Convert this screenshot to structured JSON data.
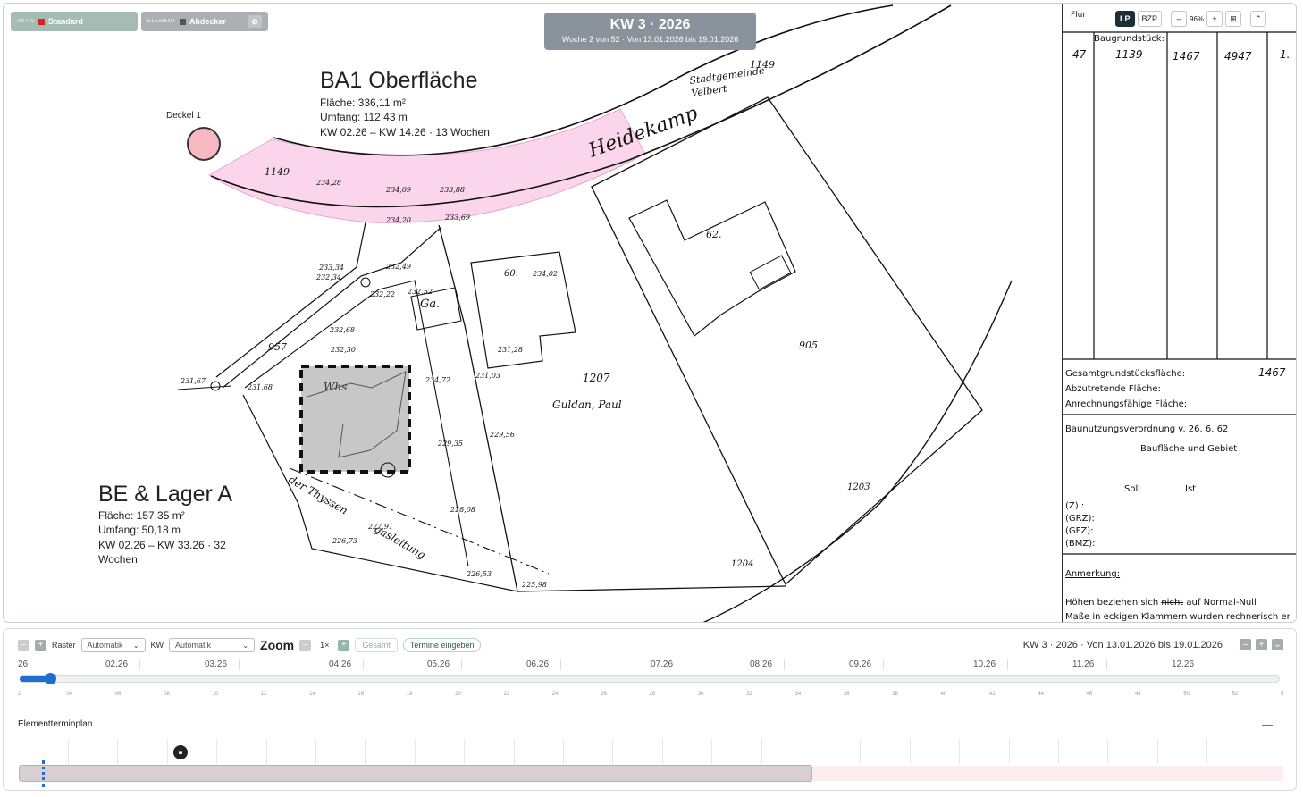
{
  "map": {
    "active_chip": {
      "tag": "AKTIV",
      "label": "Standard",
      "color": "#e02020"
    },
    "element_chip": {
      "tag": "ELEMENT",
      "label": "Abdecker",
      "color": "#555555",
      "icon": "eye-off-icon"
    },
    "week_badge": {
      "title": "KW 3 · 2026",
      "subtitle": "Woche 2 von 52 · Von 13.01.2026 bis 19.01.2026"
    },
    "areas": [
      {
        "title": "BA1 Oberfläche",
        "flaeche": "Fläche: 336,11 m²",
        "umfang": "Umfang: 112,43 m",
        "zeitraum": "KW 02.26 – KW 14.26 · 13 Wochen"
      },
      {
        "title": "BE & Lager A",
        "flaeche": "Fläche: 157,35 m²",
        "umfang": "Umfang: 50,18 m",
        "zeitraum": "KW 02.26 – KW 33.26 · 32",
        "zeitraum2": "Wochen"
      }
    ],
    "deckel_label": "Deckel 1",
    "plan_texts": {
      "heidekamp": "Heidekamp",
      "stadtgemeinde": "Stadtgemeinde",
      "velbert": "Velbert",
      "p1149": "1149",
      "p1149b": "1149",
      "p957": "957",
      "p1207": "1207",
      "guldan": "Guldan, Paul",
      "p905": "905",
      "p1203": "1203",
      "p1204": "1204",
      "p62": "62.",
      "p60": "60.",
      "ga": "Ga.",
      "whs": "Whs.",
      "thyssen": "der Thyssen",
      "gasleitung": "gasleitung",
      "h23428": "234,28",
      "h23409": "234,09",
      "h23388": "233,88",
      "h23420": "234,20",
      "h23369": "233,69",
      "h23249": "232,49",
      "h23252": "232,52",
      "h23222": "232,22",
      "h23334": "233,34",
      "h23234": "232,34",
      "h23268": "232,68",
      "h23230": "232,30",
      "h23168": "231,68",
      "h23472": "234,72",
      "h23103": "231,03",
      "h23128": "231,28",
      "h22956": "229,56",
      "h22935": "229,35",
      "h22808": "228,08",
      "h22653": "226,53",
      "h22598": "225,98",
      "h22791": "227,91",
      "h22673": "226,73",
      "h23167": "231,67",
      "h23402": "234,02"
    }
  },
  "side_table": {
    "flur_label": "Flur",
    "toolbar": {
      "lp": "LP",
      "bzp": "BZP",
      "minus": "–",
      "zoom": "96%",
      "plus": "+",
      "grid_icon": "grid-icon",
      "collapse_icon": "chevron-up-icon"
    },
    "baugrundstueck_label": "Baugrundstück:",
    "columns": [
      "47",
      "1139",
      "1467",
      "4947",
      "1."
    ],
    "gesamt_label": "Gesamtgrundstücksfläche:",
    "gesamt_value": "1467",
    "abzutretende_label": "Abzutretende Fläche:",
    "anrechnung_label": "Anrechnungsfähige Fläche:",
    "verordnung": "Baunutzungsverordnung v. 26. 6. 62",
    "bauflaeche": "Baufläche und Gebiet",
    "soll": "Soll",
    "ist": "Ist",
    "rows": [
      "(Z)    :",
      "(GRZ):",
      "(GFZ):",
      "(BMZ):"
    ],
    "anmerkung": "Anmerkung:",
    "hoehen": "Höhen beziehen sich",
    "nicht": "nicht",
    "hoehen2": "auf Normal-Null",
    "masse": "Maße in eckigen Klammern wurden rechnerisch er"
  },
  "timeline": {
    "raster_label": "Raster",
    "raster_value": "Automatik",
    "kw_label": "KW",
    "kw_value": "Automatik",
    "zoom_label": "Zoom",
    "zoom_value": "1×",
    "gesamt": "Gesamt",
    "termine": "Termine eingeben",
    "range_text": "KW 3 · 2026 · Von 13.01.2026 bis 19.01.2026",
    "months": [
      "26",
      "02.26",
      "03.26",
      "04.26",
      "05.26",
      "06.26",
      "07.26",
      "08.26",
      "09.26",
      "10.26",
      "11.26",
      "12.26"
    ],
    "weeks": [
      "2",
      "04",
      "06",
      "08",
      "10",
      "12",
      "14",
      "16",
      "18",
      "20",
      "22",
      "24",
      "26",
      "28",
      "30",
      "32",
      "34",
      "36",
      "38",
      "40",
      "42",
      "44",
      "46",
      "48",
      "50",
      "52",
      "5"
    ],
    "plan_label": "Elementterminplan",
    "lock_icon": "lock-icon"
  }
}
